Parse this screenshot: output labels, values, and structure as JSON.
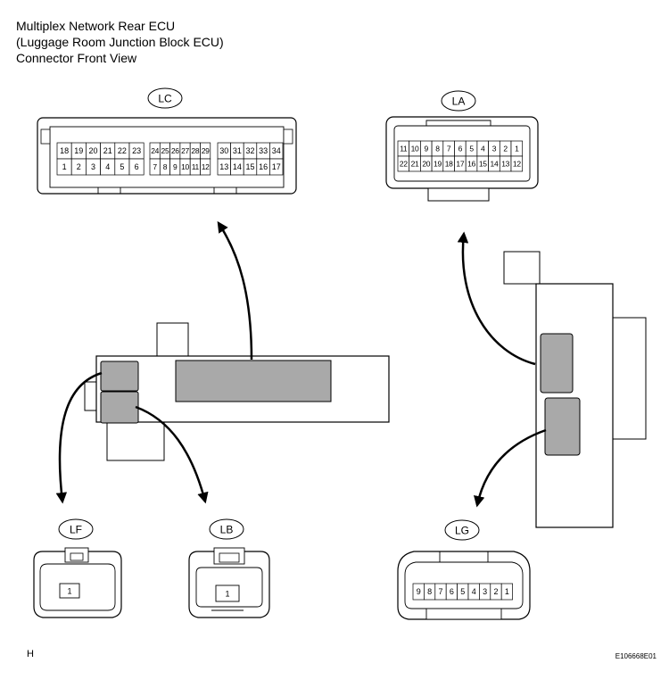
{
  "title": {
    "line1": "Multiplex Network Rear ECU",
    "line2": "(Luggage Room Junction Block ECU)",
    "line3": "Connector Front View"
  },
  "connectors": {
    "LC": {
      "label": "LC",
      "top_row": [
        "18",
        "19",
        "20",
        "21",
        "22",
        "23",
        "24",
        "25",
        "26",
        "27",
        "28",
        "29",
        "30",
        "31",
        "32",
        "33",
        "34"
      ],
      "bottom_row": [
        "1",
        "2",
        "3",
        "4",
        "5",
        "6",
        "7",
        "8",
        "9",
        "10",
        "11",
        "12",
        "13",
        "14",
        "15",
        "16",
        "17"
      ]
    },
    "LA": {
      "label": "LA",
      "top_row": [
        "11",
        "10",
        "9",
        "8",
        "7",
        "6",
        "5",
        "4",
        "3",
        "2",
        "1"
      ],
      "bottom_row": [
        "22",
        "21",
        "20",
        "19",
        "18",
        "17",
        "16",
        "15",
        "14",
        "13",
        "12"
      ]
    },
    "LF": {
      "label": "LF",
      "pins": [
        "1"
      ]
    },
    "LB": {
      "label": "LB",
      "pins": [
        "1"
      ]
    },
    "LG": {
      "label": "LG",
      "pins": [
        "9",
        "8",
        "7",
        "6",
        "5",
        "4",
        "3",
        "2",
        "1"
      ]
    }
  },
  "footer": {
    "left": "H",
    "right": "E106668E01"
  }
}
